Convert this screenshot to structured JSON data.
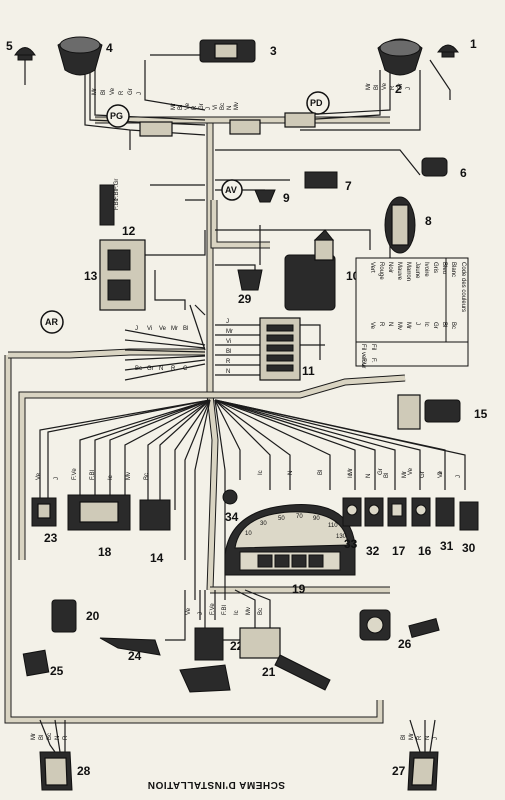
{
  "title": "SCHEMA D'INSTALLATION",
  "badges": {
    "pg": "PG",
    "pd": "PD",
    "av": "AV",
    "ar": "AR"
  },
  "component_numbers": [
    "1",
    "2",
    "3",
    "4",
    "5",
    "6",
    "7",
    "8",
    "9",
    "10",
    "11",
    "12",
    "13",
    "14",
    "15",
    "16",
    "17",
    "18",
    "19",
    "20",
    "21",
    "22",
    "23",
    "24",
    "25",
    "26",
    "27",
    "28",
    "29",
    "30",
    "31",
    "32",
    "33",
    "34"
  ],
  "wire_codes": {
    "top": [
      "Mr",
      "Bl",
      "Ve",
      "R",
      "Gr",
      "J",
      "Vi",
      "Bc",
      "N",
      "Mv"
    ],
    "harness_ar": [
      "J",
      "Vi",
      "Ve",
      "Mr",
      "Bl",
      "Bc",
      "Gr",
      "N",
      "R",
      "C"
    ],
    "fuses": [
      "J",
      "Mr",
      "Vi",
      "Bl",
      "R",
      "N"
    ],
    "relay12": [
      "F.Gr",
      "F.Bl",
      "F.Bc"
    ],
    "gauges": [
      "Ic",
      "N",
      "Bl",
      "Mr",
      "Gr",
      "Ve",
      "J"
    ],
    "lower": [
      "Ve",
      "J",
      "F.Ve",
      "F.Bl",
      "Ic",
      "Mv",
      "Bc"
    ],
    "bottom_left": [
      "Mr",
      "Bl",
      "Bc",
      "N",
      "R"
    ],
    "bottom_right": [
      "Bl",
      "Mr",
      "R",
      "N",
      "J"
    ]
  },
  "color_code": {
    "title": "Code des couleurs",
    "rows": [
      [
        "Blanc",
        "Bc"
      ],
      [
        "Bleu",
        "Bl"
      ],
      [
        "Gris",
        "Gr"
      ],
      [
        "Ivoire",
        "Ic"
      ],
      [
        "Jaune",
        "J"
      ],
      [
        "Marron",
        "Mr"
      ],
      [
        "Mauve",
        "Mv"
      ],
      [
        "Noir",
        "N"
      ],
      [
        "Rouge",
        "R"
      ],
      [
        "Vert",
        "Ve"
      ]
    ],
    "fil_fin": "Fil",
    "fil_fin_code": "F.",
    "fil_velour": "Fil velour",
    "fil_velour_code": "F.V"
  },
  "gauge_scale": [
    "10",
    "30",
    "50",
    "70",
    "90",
    "110",
    "130"
  ],
  "colors": {
    "paper": "#f3f1e8",
    "ink": "#1c1c1c",
    "harness": "#d9d4c2"
  }
}
